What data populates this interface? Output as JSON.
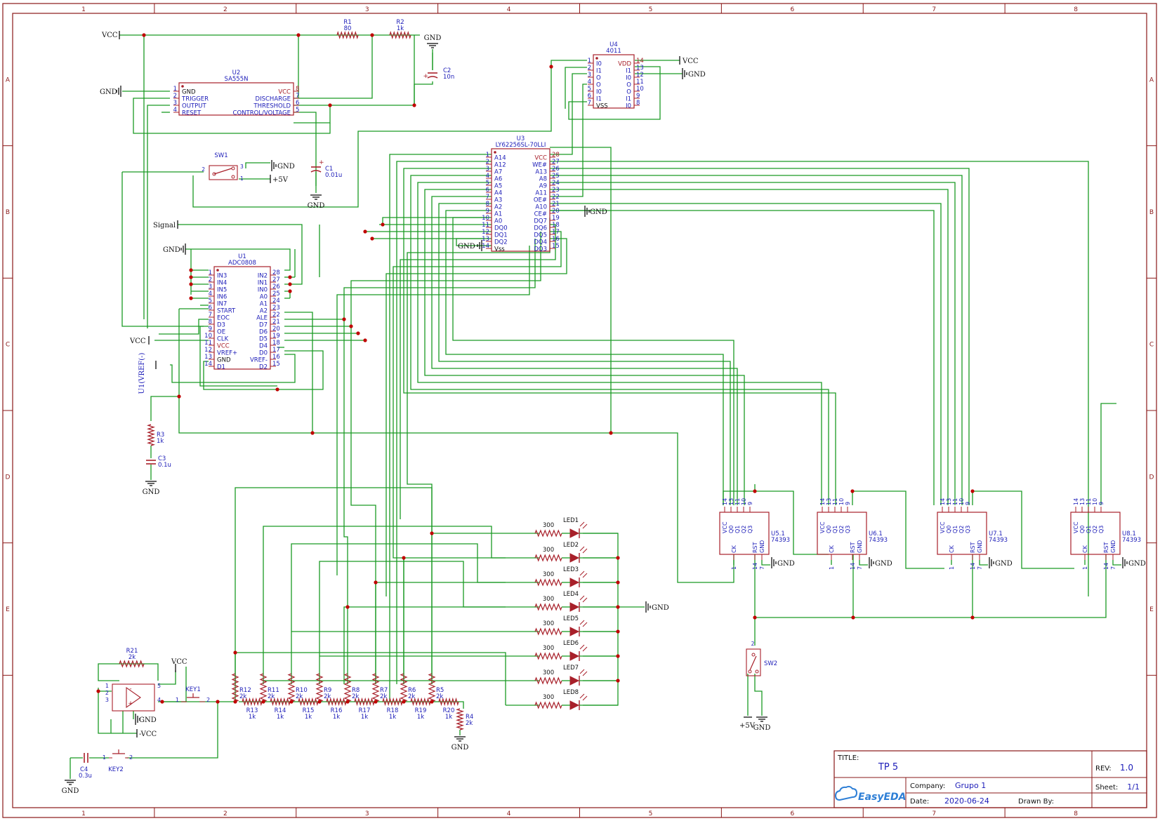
{
  "frame": {
    "columns": [
      "1",
      "2",
      "3",
      "4",
      "5",
      "6",
      "7",
      "8"
    ],
    "rows": [
      "A",
      "B",
      "C",
      "D",
      "E"
    ]
  },
  "title_block": {
    "title_label": "TITLE:",
    "title": "TP 5",
    "rev_label": "REV:",
    "rev": "1.0",
    "company_label": "Company:",
    "company": "Grupo 1",
    "sheet_label": "Sheet:",
    "sheet": "1/1",
    "date_label": "Date:",
    "date": "2020-06-24",
    "drawn_label": "Drawn By:",
    "brand": "EasyEDA"
  },
  "nets": {
    "vcc": "VCC",
    "gnd": "GND",
    "plus5v": "+5V",
    "minus_vcc": "-VCC",
    "signal": "Signal",
    "u1vref": "U1(VREF(-)"
  },
  "components": {
    "u2": {
      "ref": "U2",
      "value": "SA555N",
      "left_pins": [
        [
          "1",
          "GND"
        ],
        [
          "2",
          "TRIGGER"
        ],
        [
          "3",
          "OUTPUT"
        ],
        [
          "4",
          "RESET"
        ]
      ],
      "right_pins": [
        [
          "8",
          "VCC"
        ],
        [
          "7",
          "DISCHARGE"
        ],
        [
          "6",
          "THRESHOLD"
        ],
        [
          "5",
          "CONTROL/VOLTAGE"
        ]
      ]
    },
    "u4": {
      "ref": "U4",
      "value": "4011",
      "left_pins": [
        [
          "1",
          "I0"
        ],
        [
          "2",
          "I1"
        ],
        [
          "3",
          "O"
        ],
        [
          "4",
          "O"
        ],
        [
          "5",
          "I0"
        ],
        [
          "6",
          "I1"
        ],
        [
          "7",
          "VSS"
        ]
      ],
      "right_pins": [
        [
          "14",
          "VDD"
        ],
        [
          "13",
          "I1"
        ],
        [
          "12",
          "I0"
        ],
        [
          "11",
          "O"
        ],
        [
          "10",
          "O"
        ],
        [
          "9",
          "I1"
        ],
        [
          "8",
          "I0"
        ]
      ]
    },
    "u3": {
      "ref": "U3",
      "value": "LY62256SL-70LLI",
      "left_pins": [
        [
          "1",
          "A14"
        ],
        [
          "2",
          "A12"
        ],
        [
          "3",
          "A7"
        ],
        [
          "4",
          "A6"
        ],
        [
          "5",
          "A5"
        ],
        [
          "6",
          "A4"
        ],
        [
          "7",
          "A3"
        ],
        [
          "8",
          "A2"
        ],
        [
          "9",
          "A1"
        ],
        [
          "10",
          "A0"
        ],
        [
          "11",
          "DQ0"
        ],
        [
          "12",
          "DQ1"
        ],
        [
          "13",
          "DQ2"
        ],
        [
          "14",
          "Vss"
        ]
      ],
      "right_pins": [
        [
          "28",
          "VCC"
        ],
        [
          "27",
          "WE#"
        ],
        [
          "26",
          "A13"
        ],
        [
          "25",
          "A8"
        ],
        [
          "24",
          "A9"
        ],
        [
          "23",
          "A11"
        ],
        [
          "22",
          "OE#"
        ],
        [
          "21",
          "A10"
        ],
        [
          "20",
          "CE#"
        ],
        [
          "19",
          "DQ7"
        ],
        [
          "18",
          "DQ6"
        ],
        [
          "17",
          "DQ5"
        ],
        [
          "16",
          "DQ4"
        ],
        [
          "15",
          "DQ3"
        ]
      ]
    },
    "u1": {
      "ref": "U1",
      "value": "ADC0808",
      "left_pins": [
        [
          "1",
          "IN3"
        ],
        [
          "2",
          "IN4"
        ],
        [
          "3",
          "IN5"
        ],
        [
          "4",
          "IN6"
        ],
        [
          "5",
          "IN7"
        ],
        [
          "6",
          "START"
        ],
        [
          "7",
          "EOC"
        ],
        [
          "8",
          "D3"
        ],
        [
          "9",
          "OE"
        ],
        [
          "10",
          "CLK"
        ],
        [
          "11",
          "VCC"
        ],
        [
          "12",
          "VREF+"
        ],
        [
          "13",
          "GND"
        ],
        [
          "14",
          "D1"
        ]
      ],
      "right_pins": [
        [
          "28",
          "IN2"
        ],
        [
          "27",
          "IN1"
        ],
        [
          "26",
          "IN0"
        ],
        [
          "25",
          "A0"
        ],
        [
          "24",
          "A1"
        ],
        [
          "23",
          "A2"
        ],
        [
          "22",
          "ALE"
        ],
        [
          "21",
          "D7"
        ],
        [
          "20",
          "D6"
        ],
        [
          "19",
          "D5"
        ],
        [
          "18",
          "D4"
        ],
        [
          "17",
          "D0"
        ],
        [
          "16",
          "VREF-"
        ],
        [
          "15",
          "D2"
        ]
      ]
    },
    "counters": [
      {
        "ref": "U5.1",
        "value": "74393"
      },
      {
        "ref": "U6.1",
        "value": "74393"
      },
      {
        "ref": "U7.1",
        "value": "74393"
      },
      {
        "ref": "U8.1",
        "value": "74393"
      }
    ],
    "counter_top_pins": [
      [
        "14",
        "VCC"
      ],
      [
        "13",
        "Q0"
      ],
      [
        "11",
        "Q1"
      ],
      [
        "10",
        "Q2"
      ],
      [
        "9",
        "Q3"
      ]
    ],
    "counter_bottom_pins": [
      [
        "1",
        "CK"
      ],
      [
        "14",
        "RST"
      ],
      [
        "7",
        "GND"
      ]
    ],
    "sw1": {
      "ref": "SW1"
    },
    "sw2": {
      "ref": "SW2"
    },
    "key1": {
      "ref": "KEY1"
    },
    "key2": {
      "ref": "KEY2"
    },
    "r1": {
      "ref": "R1",
      "value": "80"
    },
    "r2": {
      "ref": "R2",
      "value": "1k"
    },
    "c2": {
      "ref": "C2",
      "value": "10n"
    },
    "c1": {
      "ref": "C1",
      "value": "0.01u"
    },
    "r3": {
      "ref": "R3",
      "value": "1k"
    },
    "c3": {
      "ref": "C3",
      "value": "0.1u"
    },
    "r21": {
      "ref": "R21",
      "value": "2k"
    },
    "c4": {
      "ref": "C4",
      "value": "0.3u"
    },
    "r4": {
      "ref": "R4",
      "value": "2k"
    },
    "ladder_top": [
      [
        "R12",
        "2k"
      ],
      [
        "R11",
        "2k"
      ],
      [
        "R10",
        "2k"
      ],
      [
        "R9",
        "2k"
      ],
      [
        "R8",
        "2k"
      ],
      [
        "R7",
        "2k"
      ],
      [
        "R6",
        "2k"
      ],
      [
        "R5",
        "2k"
      ]
    ],
    "ladder_bottom": [
      [
        "R13",
        "1k"
      ],
      [
        "R14",
        "1k"
      ],
      [
        "R15",
        "1k"
      ],
      [
        "R16",
        "1k"
      ],
      [
        "R17",
        "1k"
      ],
      [
        "R18",
        "1k"
      ],
      [
        "R19",
        "1k"
      ],
      [
        "R20",
        "1k"
      ]
    ],
    "leds": [
      {
        "ref": "LED1",
        "r": "300"
      },
      {
        "ref": "LED2",
        "r": "300"
      },
      {
        "ref": "LED3",
        "r": "300"
      },
      {
        "ref": "LED4",
        "r": "300"
      },
      {
        "ref": "LED5",
        "r": "300"
      },
      {
        "ref": "LED6",
        "r": "300"
      },
      {
        "ref": "LED7",
        "r": "300"
      },
      {
        "ref": "LED8",
        "r": "300"
      }
    ]
  }
}
